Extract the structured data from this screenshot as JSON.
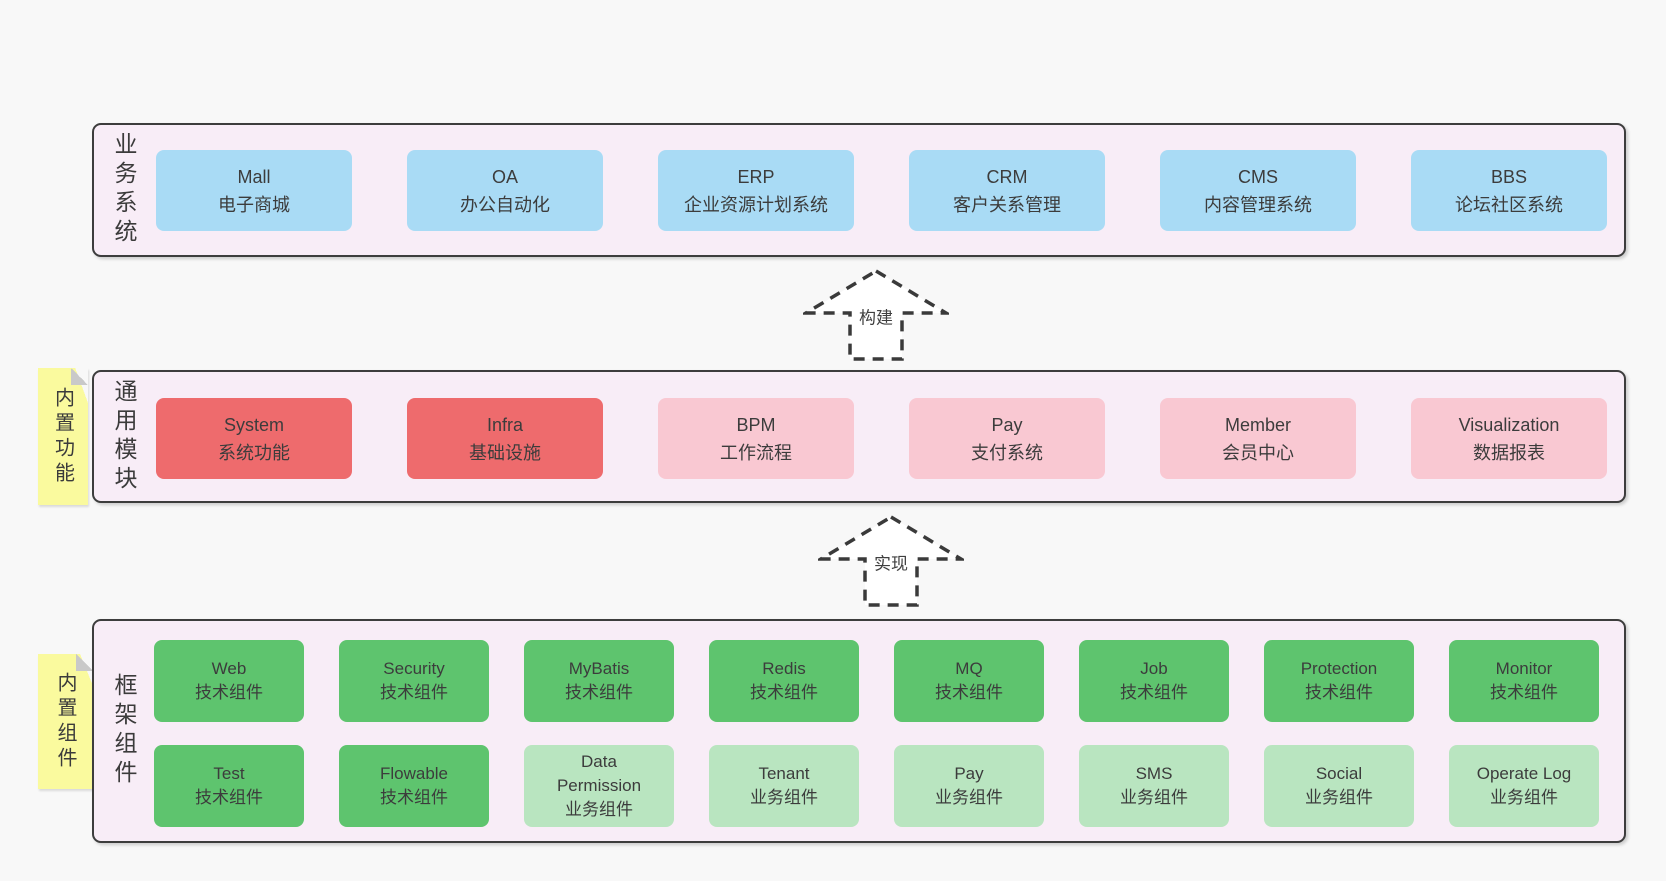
{
  "layers": [
    {
      "label": "业务系统",
      "boxes": [
        {
          "title": "Mall",
          "subtitle": "电子商城"
        },
        {
          "title": "OA",
          "subtitle": "办公自动化"
        },
        {
          "title": "ERP",
          "subtitle": "企业资源计划系统"
        },
        {
          "title": "CRM",
          "subtitle": "客户关系管理"
        },
        {
          "title": "CMS",
          "subtitle": "内容管理系统"
        },
        {
          "title": "BBS",
          "subtitle": "论坛社区系统"
        }
      ]
    },
    {
      "label": "通用模块",
      "note": "内置功能",
      "boxes": [
        {
          "title": "System",
          "subtitle": "系统功能"
        },
        {
          "title": "Infra",
          "subtitle": "基础设施"
        },
        {
          "title": "BPM",
          "subtitle": "工作流程"
        },
        {
          "title": "Pay",
          "subtitle": "支付系统"
        },
        {
          "title": "Member",
          "subtitle": "会员中心"
        },
        {
          "title": "Visualization",
          "subtitle": "数据报表"
        }
      ]
    },
    {
      "label": "框架组件",
      "note": "内置组件",
      "rows": [
        [
          {
            "title": "Web",
            "subtitle": "技术组件"
          },
          {
            "title": "Security",
            "subtitle": "技术组件"
          },
          {
            "title": "MyBatis",
            "subtitle": "技术组件"
          },
          {
            "title": "Redis",
            "subtitle": "技术组件"
          },
          {
            "title": "MQ",
            "subtitle": "技术组件"
          },
          {
            "title": "Job",
            "subtitle": "技术组件"
          },
          {
            "title": "Protection",
            "subtitle": "技术组件"
          },
          {
            "title": "Monitor",
            "subtitle": "技术组件"
          }
        ],
        [
          {
            "title": "Test",
            "subtitle": "技术组件"
          },
          {
            "title": "Flowable",
            "subtitle": "技术组件"
          },
          {
            "title": "Data Permission",
            "subtitle": "业务组件"
          },
          {
            "title": "Tenant",
            "subtitle": "业务组件"
          },
          {
            "title": "Pay",
            "subtitle": "业务组件"
          },
          {
            "title": "SMS",
            "subtitle": "业务组件"
          },
          {
            "title": "Social",
            "subtitle": "业务组件"
          },
          {
            "title": "Operate Log",
            "subtitle": "业务组件"
          }
        ]
      ]
    }
  ],
  "arrows": [
    {
      "label": "构建"
    },
    {
      "label": "实现"
    }
  ],
  "palette": {
    "page_bg": "#f8f8f8",
    "layer_bg": "#f8edf7",
    "layer_border": "#3d3d3d",
    "blue_box": "#a9dbf5",
    "red_box": "#ee6b6d",
    "pink_box": "#f9c8d2",
    "green_box": "#5ec46e",
    "light_green_box": "#b9e5c0",
    "note_yellow": "#fafa9e"
  }
}
